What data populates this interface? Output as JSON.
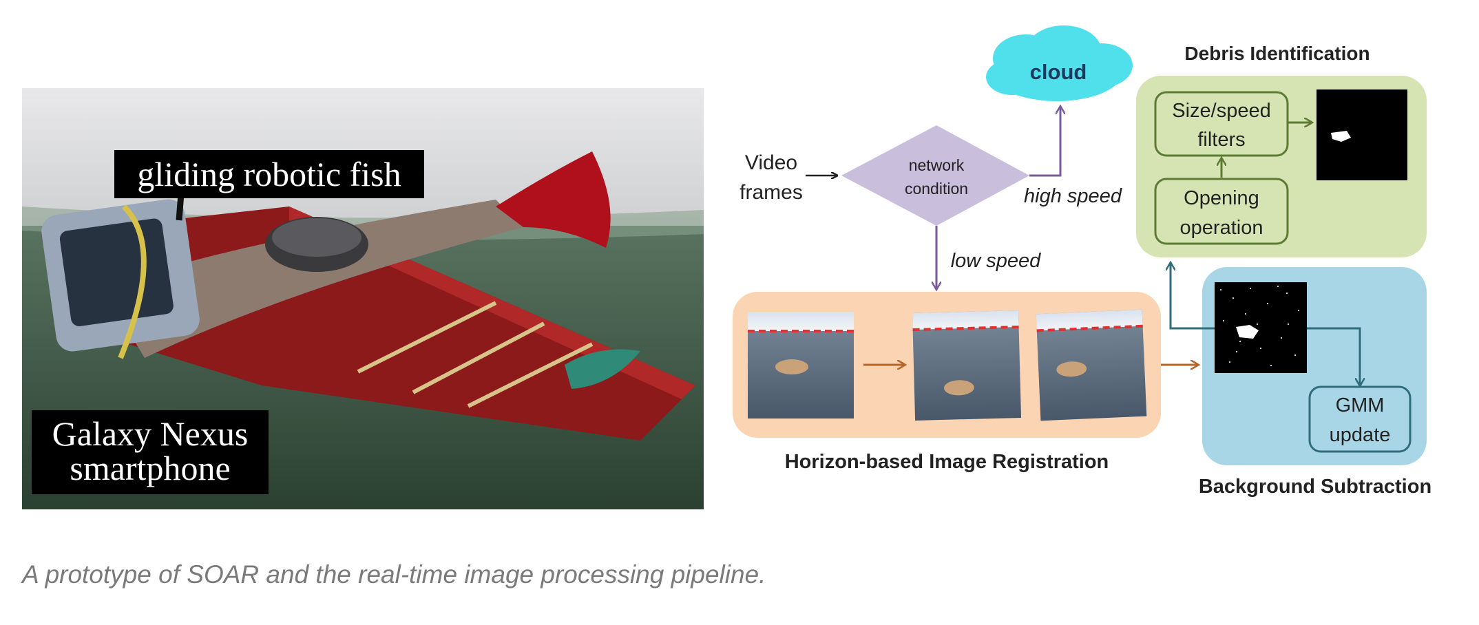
{
  "photo": {
    "label_top": "gliding robotic fish",
    "label_bottom_line1": "Galaxy Nexus",
    "label_bottom_line2": "smartphone"
  },
  "diagram": {
    "input_line1": "Video",
    "input_line2": "frames",
    "decision_line1": "network",
    "decision_line2": "condition",
    "cloud_label": "cloud",
    "high_speed_label": "high speed",
    "low_speed_label": "low speed",
    "debris_title": "Debris Identification",
    "size_filter_line1": "Size/speed",
    "size_filter_line2": "filters",
    "opening_line1": "Opening",
    "opening_line2": "operation",
    "registration_title": "Horizon-based Image Registration",
    "background_title": "Background Subtraction",
    "gmm_line1": "GMM",
    "gmm_line2": "update"
  },
  "colors": {
    "decision_fill": "#c9bfdc",
    "cloud_fill": "#4fe0ec",
    "debris_panel": "#d6e4b4",
    "registration_panel": "#fbd4b4",
    "background_panel": "#a9d6e6",
    "green_stroke": "#5c7a32",
    "purple_stroke": "#7a5a9c",
    "orange_arrow": "#b5652a",
    "teal_stroke": "#2f6d7a",
    "horizon_dash": "#e03030"
  },
  "caption": "A prototype of SOAR and the real-time image processing pipeline."
}
